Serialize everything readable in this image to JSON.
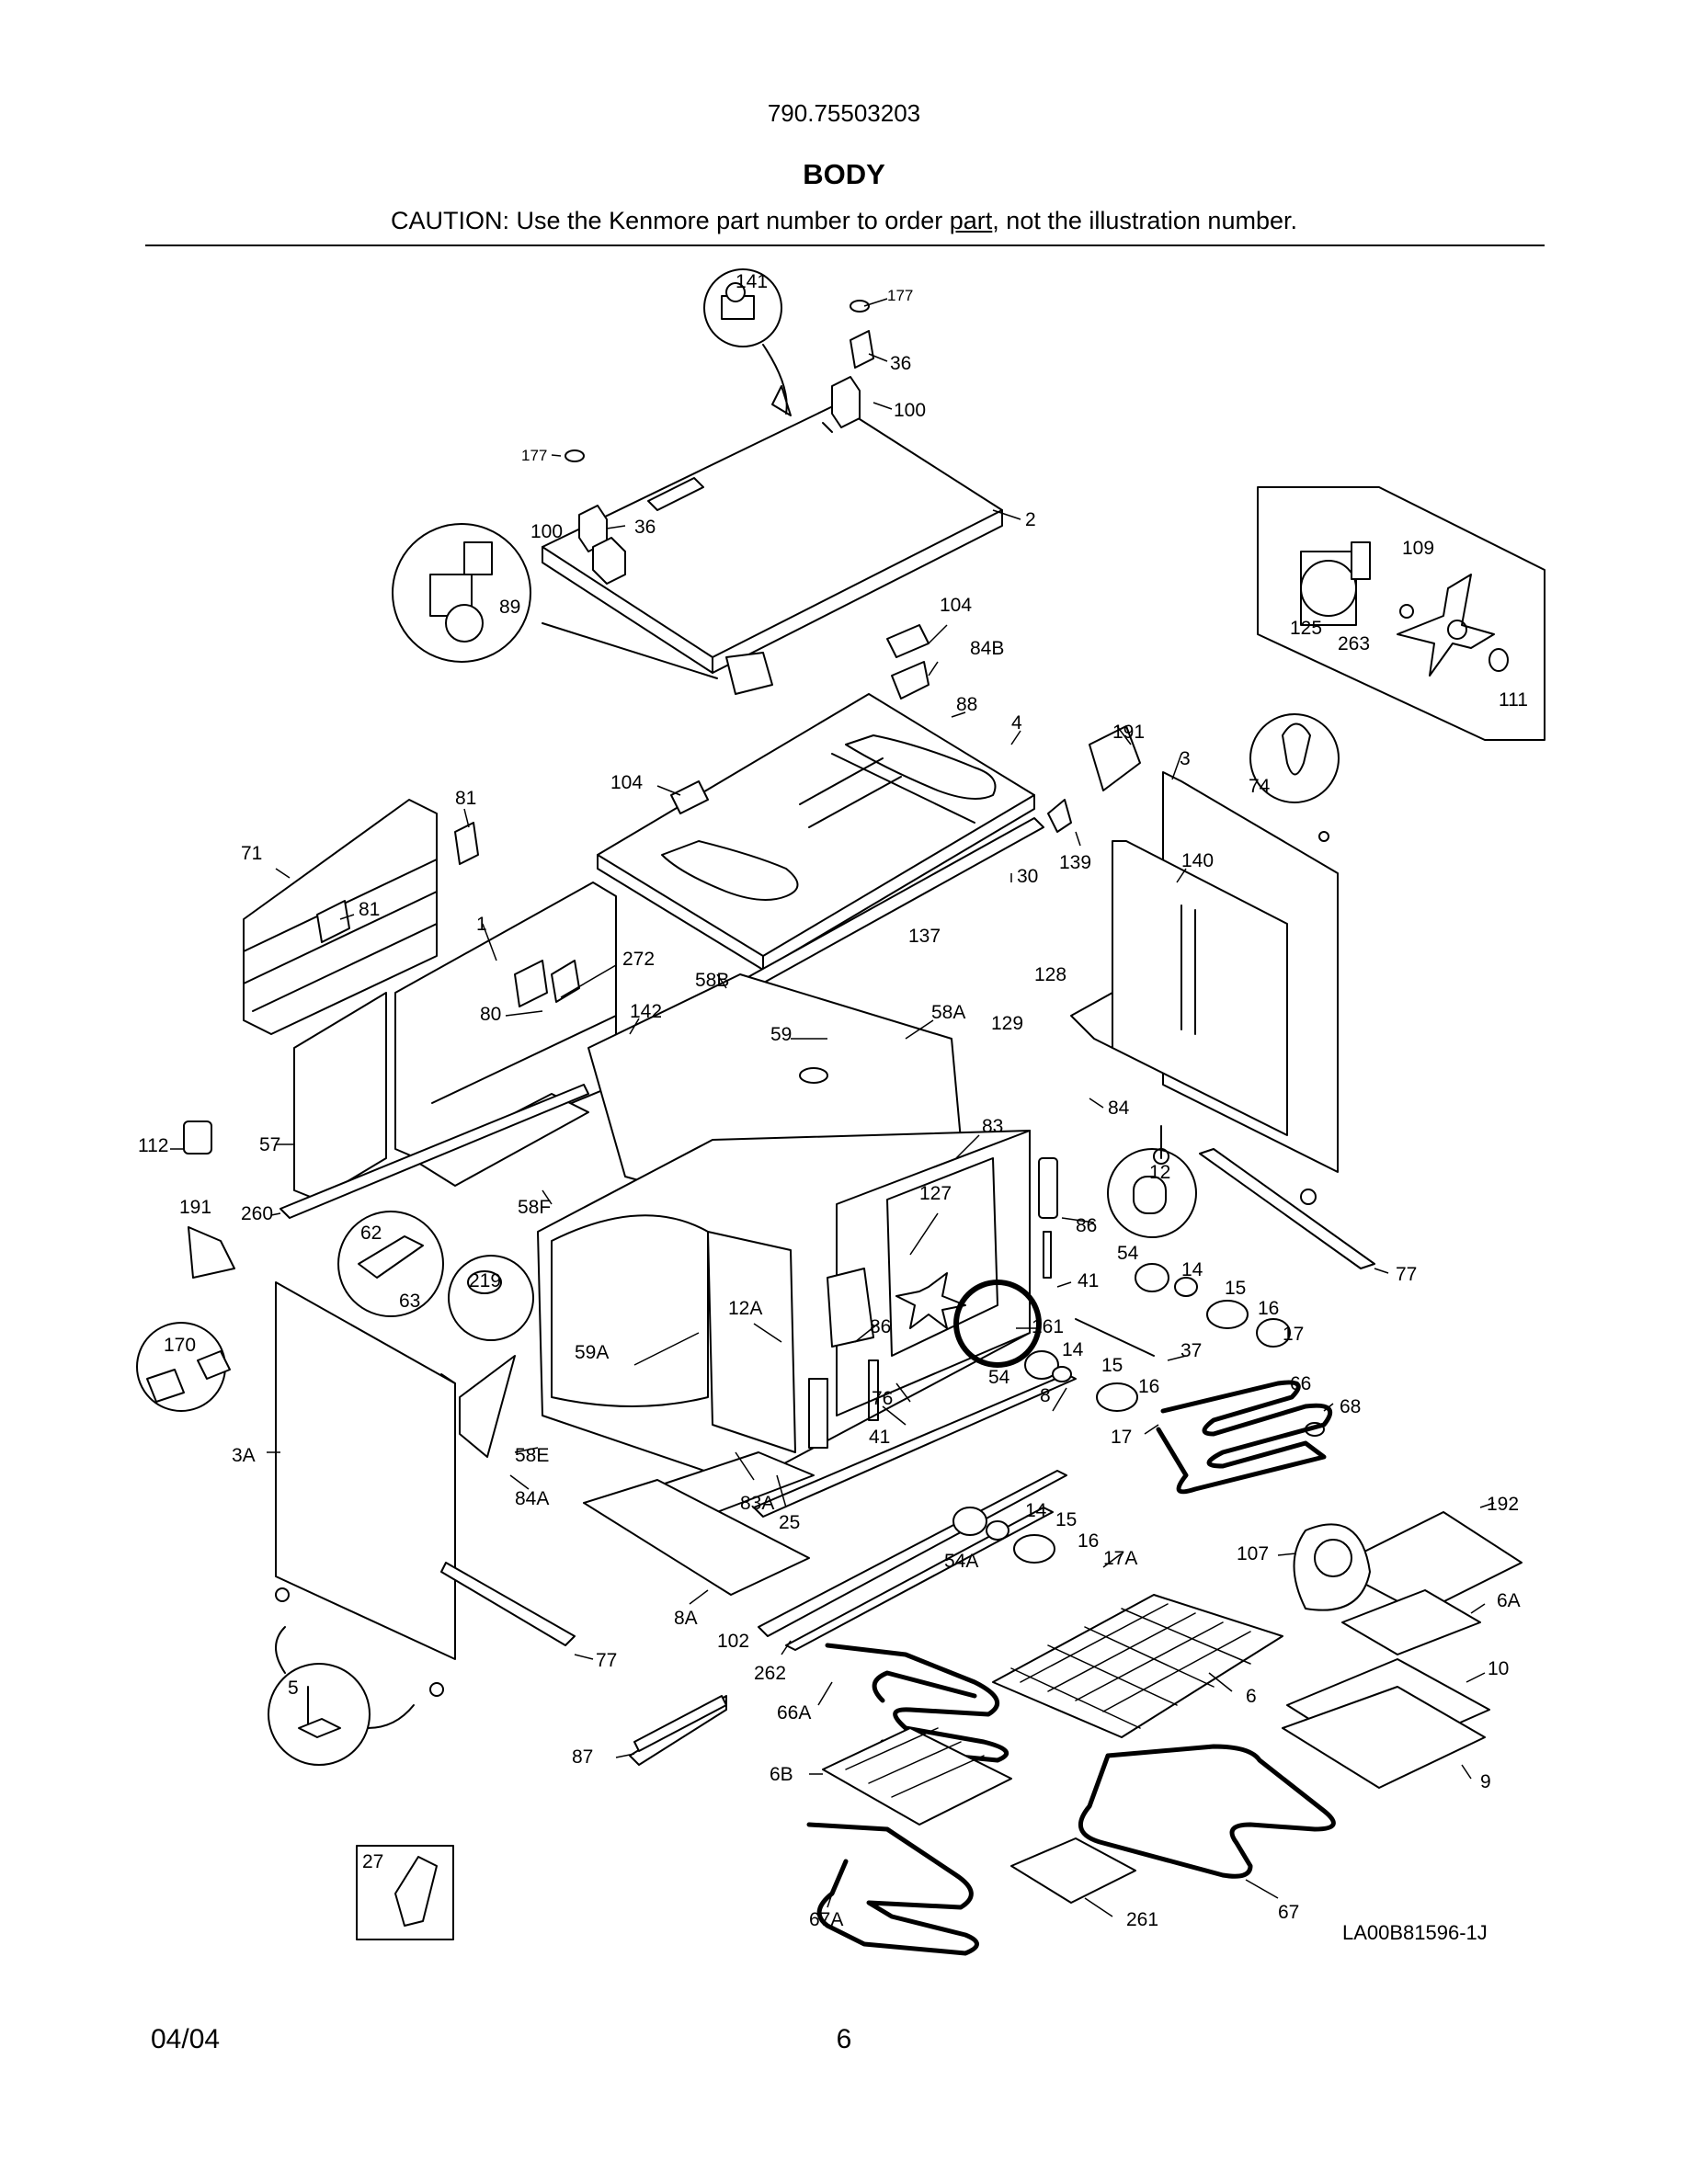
{
  "header": {
    "model_number": "790.75503203",
    "section_title": "BODY",
    "caution_before": "CAUTION: Use the Kenmore part number to order ",
    "caution_underlined": "part",
    "caution_after": ", not the illustration number."
  },
  "callouts": {
    "c141": "141",
    "c177a": "177",
    "c36a": "36",
    "c100a": "100",
    "c177b": "177",
    "c100b": "100",
    "c36b": "36",
    "c2": "2",
    "c89": "89",
    "c104a": "104",
    "c84b": "84B",
    "c88": "88",
    "c4": "4",
    "c191a": "191",
    "c3": "3",
    "c74": "74",
    "c109": "109",
    "c125": "125",
    "c263": "263",
    "c111": "111",
    "c104b": "104",
    "c81a": "81",
    "c71": "71",
    "c81b": "81",
    "c30": "30",
    "c139": "139",
    "c140": "140",
    "c1": "1",
    "c137": "137",
    "c128": "128",
    "c129": "129",
    "c272": "272",
    "c58b": "58B",
    "c80": "80",
    "c142": "142",
    "c59": "59",
    "c58a": "58A",
    "c57": "57",
    "c112": "112",
    "c84": "84",
    "c83": "83",
    "c12": "12",
    "c191b": "191",
    "c260": "260",
    "c58f": "58F",
    "c62": "62",
    "c63": "63",
    "c127": "127",
    "c86a": "86",
    "c54a": "54",
    "c14a": "14",
    "c15a": "15",
    "c16a": "16",
    "c17a": "17",
    "c41a": "41",
    "c77a": "77",
    "c219": "219",
    "c12a": "12A",
    "c86b": "86",
    "c161": "161",
    "c37": "37",
    "c170": "170",
    "c59a": "59A",
    "c54b": "54",
    "c14b": "14",
    "c15b": "15",
    "c16b": "16",
    "c66": "66",
    "c68": "68",
    "c8": "8",
    "c76": "76",
    "c17b": "17",
    "c41b": "41",
    "c3a": "3A",
    "c58e": "58E",
    "c84a": "84A",
    "c83a": "83A",
    "c25": "25",
    "c192": "192",
    "c14c": "14",
    "c15c": "15",
    "c16c": "16",
    "c54c": "54A",
    "c17c": "17A",
    "c107": "107",
    "c8a": "8A",
    "c102": "102",
    "c6a": "6A",
    "c77b": "77",
    "c262": "262",
    "c5": "5",
    "c10": "10",
    "c6": "6",
    "c66a": "66A",
    "c87": "87",
    "c6b": "6B",
    "c9": "9",
    "c27": "27",
    "c67": "67",
    "c67a": "67A",
    "c261": "261"
  },
  "drawing_code": "LA00B81596-1J",
  "footer": {
    "date": "04/04",
    "page_number": "6"
  }
}
